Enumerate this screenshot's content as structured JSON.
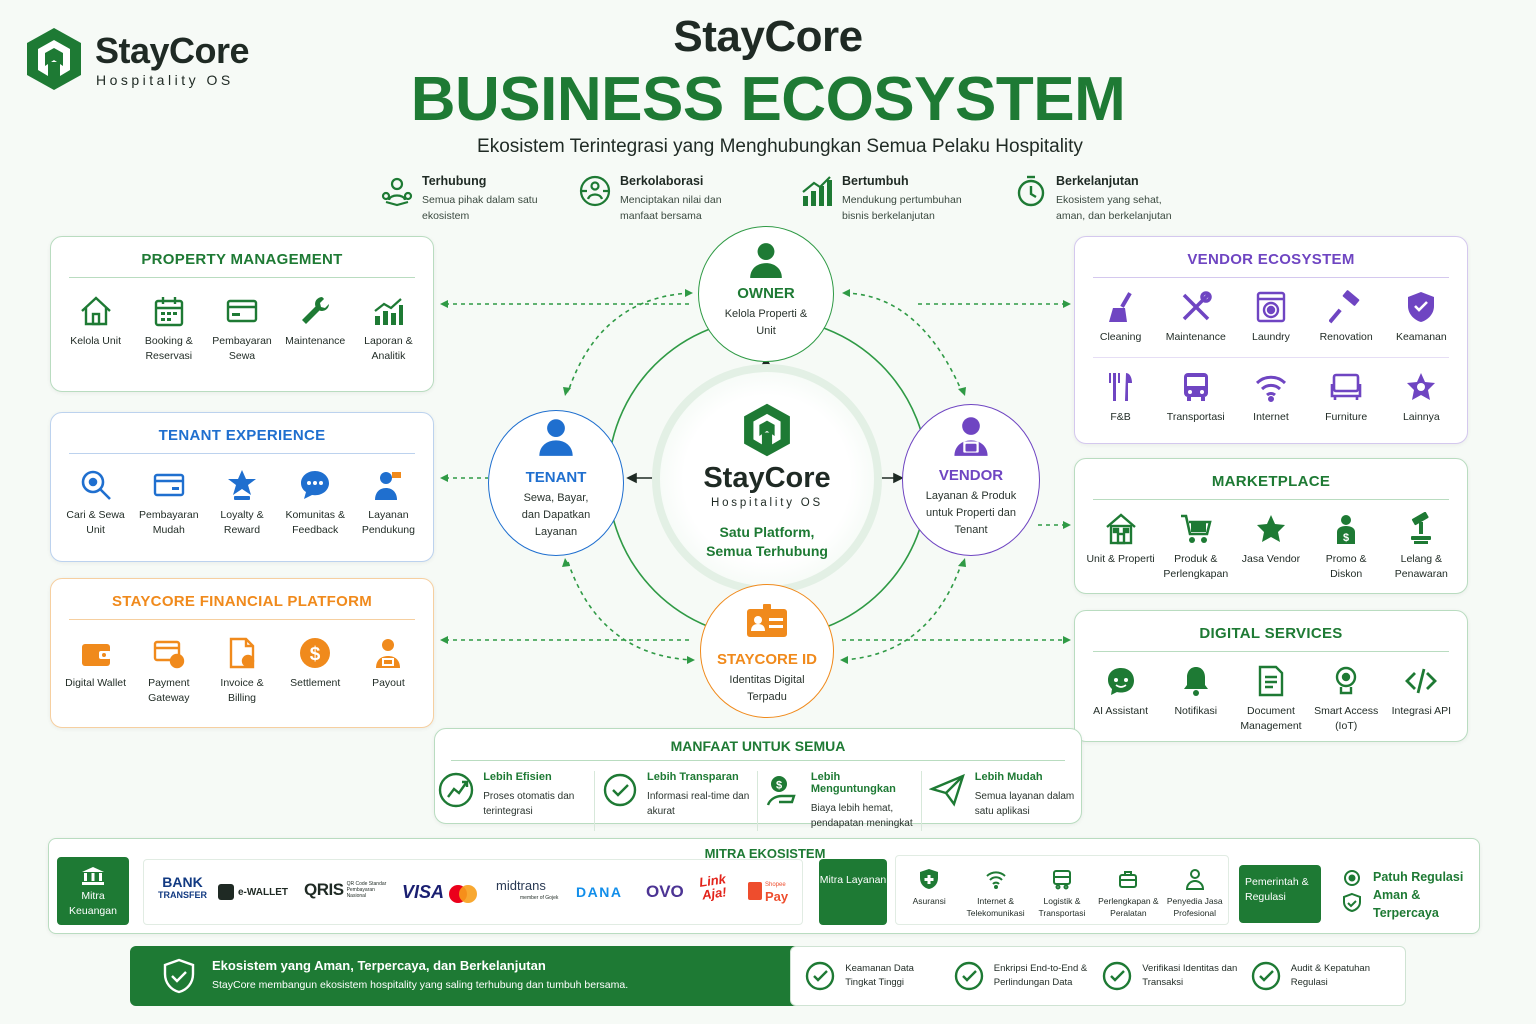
{
  "brand": {
    "name": "StayCore",
    "sub": "Hospitality OS"
  },
  "header": {
    "title1": "StayCore",
    "title2": "BUSINESS ECOSYSTEM",
    "subtitle": "Ekosistem Terintegrasi yang Menghubungkan Semua Pelaku Hospitality"
  },
  "pillars": [
    {
      "title": "Terhubung",
      "desc": "Semua pihak dalam satu ekosistem",
      "icon": "people-connect-icon"
    },
    {
      "title": "Berkolaborasi",
      "desc": "Menciptakan nilai dan manfaat bersama",
      "icon": "collaboration-icon"
    },
    {
      "title": "Bertumbuh",
      "desc": "Mendukung pertumbuhan bisnis berkelanjutan",
      "icon": "growth-chart-icon"
    },
    {
      "title": "Berkelanjutan",
      "desc": "Ekosistem yang sehat, aman, dan berkelanjutan",
      "icon": "timer-icon"
    }
  ],
  "property": {
    "title": "PROPERTY MANAGEMENT",
    "items": [
      {
        "label": "Kelola Unit",
        "icon": "home-icon"
      },
      {
        "label": "Booking & Reservasi",
        "icon": "calendar-icon"
      },
      {
        "label": "Pembayaran Sewa",
        "icon": "card-icon"
      },
      {
        "label": "Maintenance",
        "icon": "wrench-icon"
      },
      {
        "label": "Laporan & Analitik",
        "icon": "analytics-icon"
      }
    ]
  },
  "tenant_exp": {
    "title": "TENANT EXPERIENCE",
    "items": [
      {
        "label": "Cari & Sewa Unit",
        "icon": "search-icon"
      },
      {
        "label": "Pembayaran Mudah",
        "icon": "card-icon"
      },
      {
        "label": "Loyalty & Reward",
        "icon": "award-icon"
      },
      {
        "label": "Komunitas & Feedback",
        "icon": "chat-icon"
      },
      {
        "label": "Layanan Pendukung",
        "icon": "support-icon"
      }
    ]
  },
  "financial": {
    "title": "STAYCORE FINANCIAL PLATFORM",
    "items": [
      {
        "label": "Digital Wallet",
        "icon": "wallet-icon"
      },
      {
        "label": "Payment Gateway",
        "icon": "payment-icon"
      },
      {
        "label": "Invoice & Billing",
        "icon": "invoice-icon"
      },
      {
        "label": "Settlement",
        "icon": "dollar-icon"
      },
      {
        "label": "Payout",
        "icon": "payout-icon"
      }
    ]
  },
  "vendor_eco": {
    "title": "VENDOR ECOSYSTEM",
    "row1": [
      {
        "label": "Cleaning",
        "icon": "broom-icon"
      },
      {
        "label": "Maintenance",
        "icon": "tools-icon"
      },
      {
        "label": "Laundry",
        "icon": "washer-icon"
      },
      {
        "label": "Renovation",
        "icon": "hammer-icon"
      },
      {
        "label": "Keamanan",
        "icon": "shield-icon"
      }
    ],
    "row2": [
      {
        "label": "F&B",
        "icon": "cutlery-icon"
      },
      {
        "label": "Transportasi",
        "icon": "bus-icon"
      },
      {
        "label": "Internet",
        "icon": "wifi-icon"
      },
      {
        "label": "Furniture",
        "icon": "sofa-icon"
      },
      {
        "label": "Lainnya",
        "icon": "star-icon"
      }
    ]
  },
  "marketplace": {
    "title": "MARKETPLACE",
    "items": [
      {
        "label": "Unit & Properti",
        "icon": "building-icon"
      },
      {
        "label": "Produk & Perlengkapan",
        "icon": "cart-icon"
      },
      {
        "label": "Jasa Vendor",
        "icon": "star-icon"
      },
      {
        "label": "Promo & Diskon",
        "icon": "promo-icon"
      },
      {
        "label": "Lelang & Penawaran",
        "icon": "gavel-icon"
      }
    ]
  },
  "digital": {
    "title": "DIGITAL SERVICES",
    "items": [
      {
        "label": "AI Assistant",
        "icon": "bot-icon"
      },
      {
        "label": "Notifikasi",
        "icon": "bell-icon"
      },
      {
        "label": "Document Management",
        "icon": "document-icon"
      },
      {
        "label": "Smart Access (IoT)",
        "icon": "smart-access-icon"
      },
      {
        "label": "Integrasi API",
        "icon": "code-icon"
      }
    ]
  },
  "nodes": {
    "owner": {
      "title": "OWNER",
      "desc": "Kelola Properti & Unit"
    },
    "tenant": {
      "title": "TENANT",
      "desc": "Sewa, Bayar, dan Dapatkan Layanan"
    },
    "vendor": {
      "title": "VENDOR",
      "desc": "Layanan & Produk untuk Properti dan Tenant"
    },
    "staycore_id": {
      "title": "STAYCORE ID",
      "desc": "Identitas Digital Terpadu"
    },
    "center": {
      "name": "StayCore",
      "sub": "Hospitality OS",
      "tagline": "Satu Platform, Semua Terhubung"
    }
  },
  "benefits": {
    "title": "MANFAAT UNTUK SEMUA",
    "items": [
      {
        "title": "Lebih Efisien",
        "desc": "Proses otomatis dan terintegrasi",
        "icon": "efficiency-icon"
      },
      {
        "title": "Lebih Transparan",
        "desc": "Informasi real-time dan akurat",
        "icon": "transparency-icon"
      },
      {
        "title": "Lebih Menguntungkan",
        "desc": "Biaya lebih hemat, pendapatan meningkat",
        "icon": "profit-icon"
      },
      {
        "title": "Lebih Mudah",
        "desc": "Semua layanan dalam satu aplikasi",
        "icon": "paper-plane-icon"
      }
    ]
  },
  "partners": {
    "title": "MITRA EKOSISTEM",
    "keuangan": "Mitra Keuangan",
    "logos": [
      "BANK",
      "TRANSFER",
      "e-WALLET",
      "QRIS",
      "QR Code Standar Pembayaran Nasional",
      "VISA",
      "midtrans",
      "member of Gojek",
      "DANA",
      "OVO",
      "Link",
      "Aja!",
      "Shopee",
      "Pay"
    ],
    "layanan": "Mitra Layanan",
    "services": [
      {
        "label": "Asuransi",
        "icon": "insurance-icon"
      },
      {
        "label": "Internet & Telekomunikasi",
        "icon": "wifi-icon"
      },
      {
        "label": "Logistik & Transportasi",
        "icon": "truck-icon"
      },
      {
        "label": "Perlengkapan & Peralatan",
        "icon": "toolbox-icon"
      },
      {
        "label": "Penyedia Jasa Profesional",
        "icon": "person-icon"
      }
    ],
    "pemerintah": "Pemerintah & Regulasi",
    "regulasi": "Patuh Regulasi Aman & Terpercaya"
  },
  "footer": {
    "title": "Ekosistem yang Aman, Terpercaya, dan Berkelanjutan",
    "desc": "StayCore membangun ekosistem hospitality yang saling terhubung dan tumbuh bersama.",
    "checks": [
      "Keamanan Data Tingkat Tinggi",
      "Enkripsi End-to-End & Perlindungan Data",
      "Verifikasi Identitas dan Transaksi",
      "Audit & Kepatuhan Regulasi"
    ]
  },
  "colors": {
    "green": "#1e7a34",
    "blue": "#1f6fcf",
    "purple": "#6f45c2",
    "orange": "#f08a1c"
  }
}
